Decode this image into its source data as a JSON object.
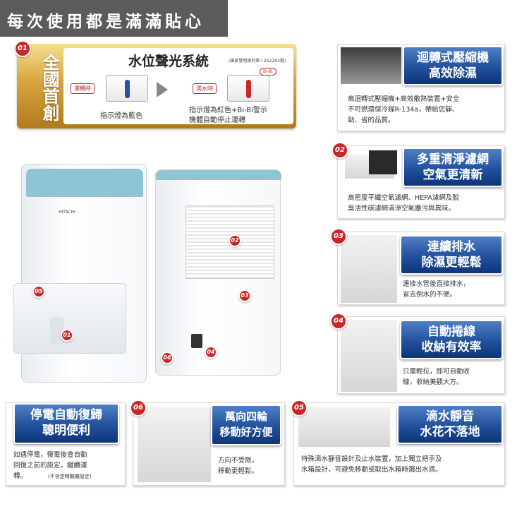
{
  "header": {
    "title": "每次使用都是滿滿貼心"
  },
  "feature01": {
    "number": "01",
    "side_label": "全國首創",
    "title": "水位聲光系統",
    "patent": "(國家發明專利第 I 252293號)",
    "running_tag": "運轉時",
    "full_tag": "滿水時",
    "bibi": "Bi-Bi",
    "running_caption": "指示燈為藍色",
    "full_caption_line1": "指示燈為紅色+Bi-Bi警示",
    "full_caption_line2": "機體自動停止運轉",
    "colors": {
      "blue": "#2c4fa8",
      "red": "#c8282a"
    }
  },
  "cards": [
    {
      "title1": "迴轉式壓縮機",
      "title2": "高效除濕",
      "desc1": "高迴轉式壓縮機+高效散熱裝置+安全",
      "desc2": "不可燃環保冷媒R-134a，帶給您靜、",
      "desc3": "勁、省的品質。"
    },
    {
      "number": "02",
      "title1": "多重清淨濾網",
      "title2": "空氣更清新",
      "desc1": "高密度平纖空氣濾網、HEPA濾網及脫",
      "desc2": "臭活性碳濾網清淨空氣塵污與異味。"
    },
    {
      "number": "03",
      "title1": "連續排水",
      "title2": "除濕更輕鬆",
      "desc1": "連接水管後直接排水，",
      "desc2": "省去倒水的不便。"
    },
    {
      "number": "04",
      "title1": "自動捲線",
      "title2": "收納有效率",
      "desc1": "只需輕拉，即可自動收",
      "desc2": "線，收納美觀大方。"
    }
  ],
  "product": {
    "brand": "HITACHI",
    "markers": [
      "01",
      "02",
      "03",
      "04",
      "05",
      "06"
    ]
  },
  "bottom": [
    {
      "title1": "停電自動復歸",
      "title2": "聰明便利",
      "desc1": "如遇停電，復電後會自動",
      "desc2": "回復之前的設定，繼續運",
      "desc3": "轉。",
      "note": "(不含定時關機設定)"
    },
    {
      "number": "06",
      "title1": "萬向四輪",
      "title2": "移動好方便",
      "desc1": "方向不受限，",
      "desc2": "移動更輕鬆。"
    },
    {
      "number": "05",
      "title1": "滴水靜音",
      "title2": "水花不落地",
      "desc1": "特殊滴水靜音設計及止水裝置，加上獨立把手及",
      "desc2": "水箱設計，可避免移動或取出水箱時濺出水滴。"
    }
  ]
}
